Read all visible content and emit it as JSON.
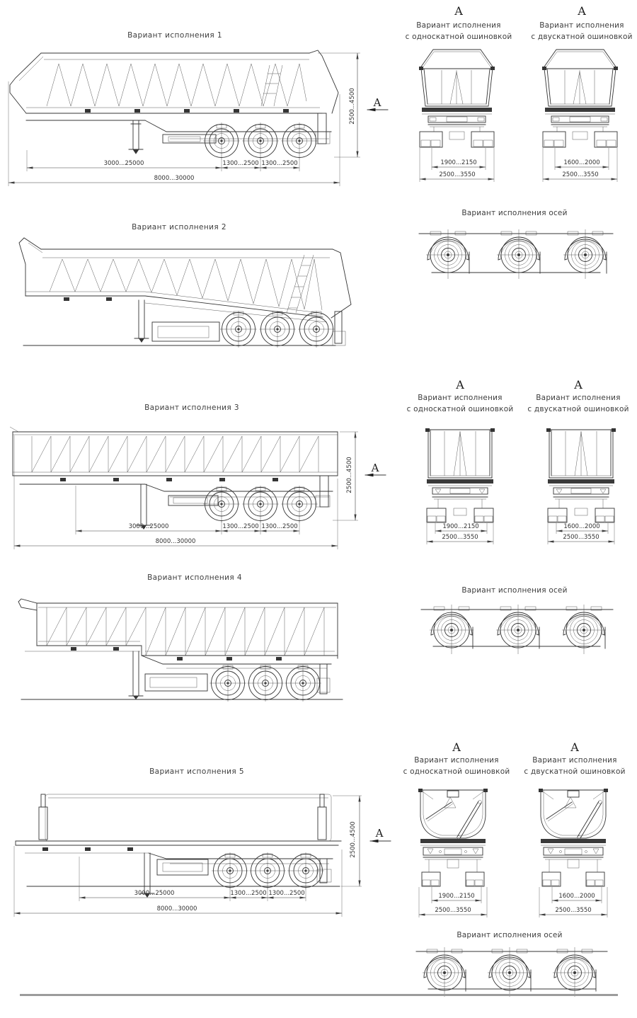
{
  "page": {
    "background": "#ffffff",
    "divider_color": "#9c9c9c"
  },
  "shared": {
    "view_marker": "А",
    "variant_line": "Вариант исполнения",
    "single_tire": "с односкатной ошиновкой",
    "dual_tire": "с двускатной ошиновкой",
    "axles_title": "Вариант исполнения осей"
  },
  "variants": [
    {
      "title": "Вариант исполнения 1"
    },
    {
      "title": "Вариант исполнения 2"
    },
    {
      "title": "Вариант исполнения 3"
    },
    {
      "title": "Вариант исполнения 4"
    },
    {
      "title": "Вариант исполнения 5"
    }
  ],
  "dims": {
    "kingpin_to_first_axle": "3000...25000",
    "axle_spacing": "1300...2500",
    "overall_length": "8000...30000",
    "body_height": "2500...4500",
    "track_single": "1900...2150",
    "track_dual": "1600...2000",
    "overall_width": "2500...3550"
  }
}
